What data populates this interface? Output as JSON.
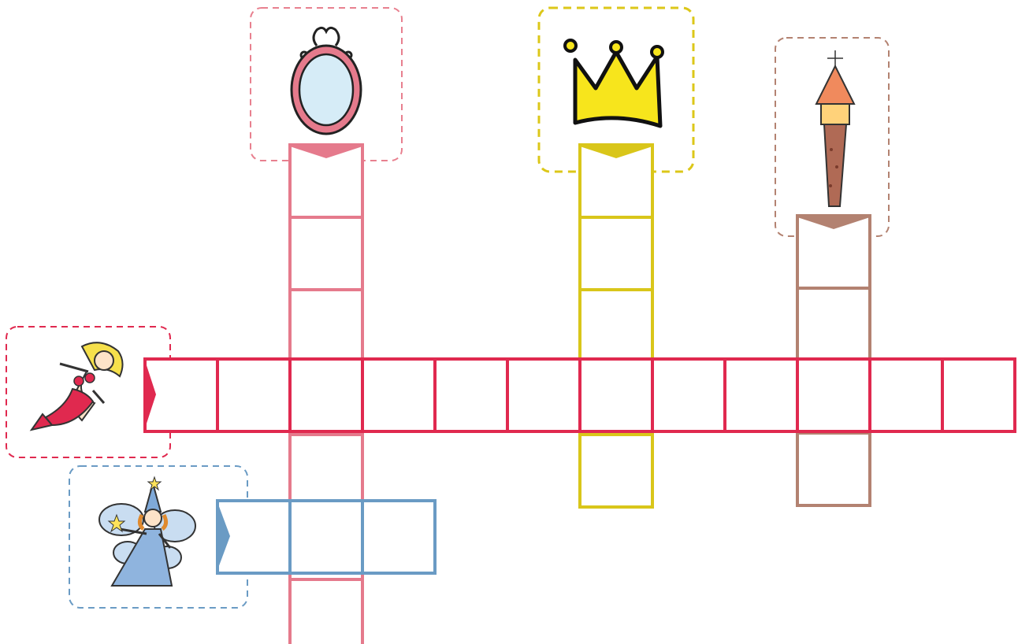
{
  "puzzle": {
    "type": "picture-crossword",
    "words": [
      {
        "id": "mirror",
        "clue_icon": "mirror-icon",
        "direction": "down",
        "length": 7,
        "color": "#e57a8c"
      },
      {
        "id": "crown",
        "clue_icon": "crown-icon",
        "direction": "down",
        "length": 5,
        "color": "#d9c61a"
      },
      {
        "id": "tower",
        "clue_icon": "tower-icon",
        "direction": "down",
        "length": 4,
        "color": "#b38271"
      },
      {
        "id": "mermaid",
        "clue_icon": "mermaid-icon",
        "direction": "across",
        "length": 12,
        "color": "#e0294f"
      },
      {
        "id": "fairy",
        "clue_icon": "fairy-icon",
        "direction": "across",
        "length": 3,
        "color": "#6a9bc4"
      }
    ]
  }
}
